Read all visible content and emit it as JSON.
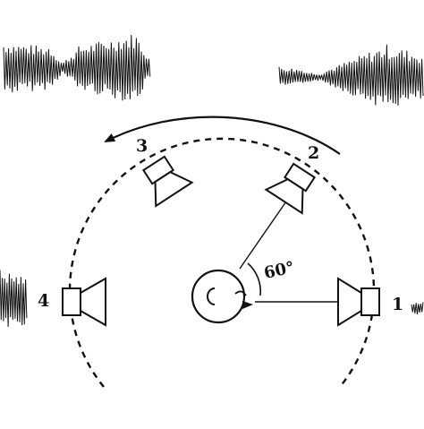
{
  "speakers": [
    {
      "label": "1"
    },
    {
      "label": "2"
    },
    {
      "label": "3"
    },
    {
      "label": "4"
    }
  ],
  "angle_label": "60°",
  "colors": {
    "ink": "#111111",
    "background": "#ffffff"
  },
  "icons": [
    "speaker-icon",
    "listener-head-icon",
    "rotation-arrow-icon",
    "waveform-icon"
  ]
}
